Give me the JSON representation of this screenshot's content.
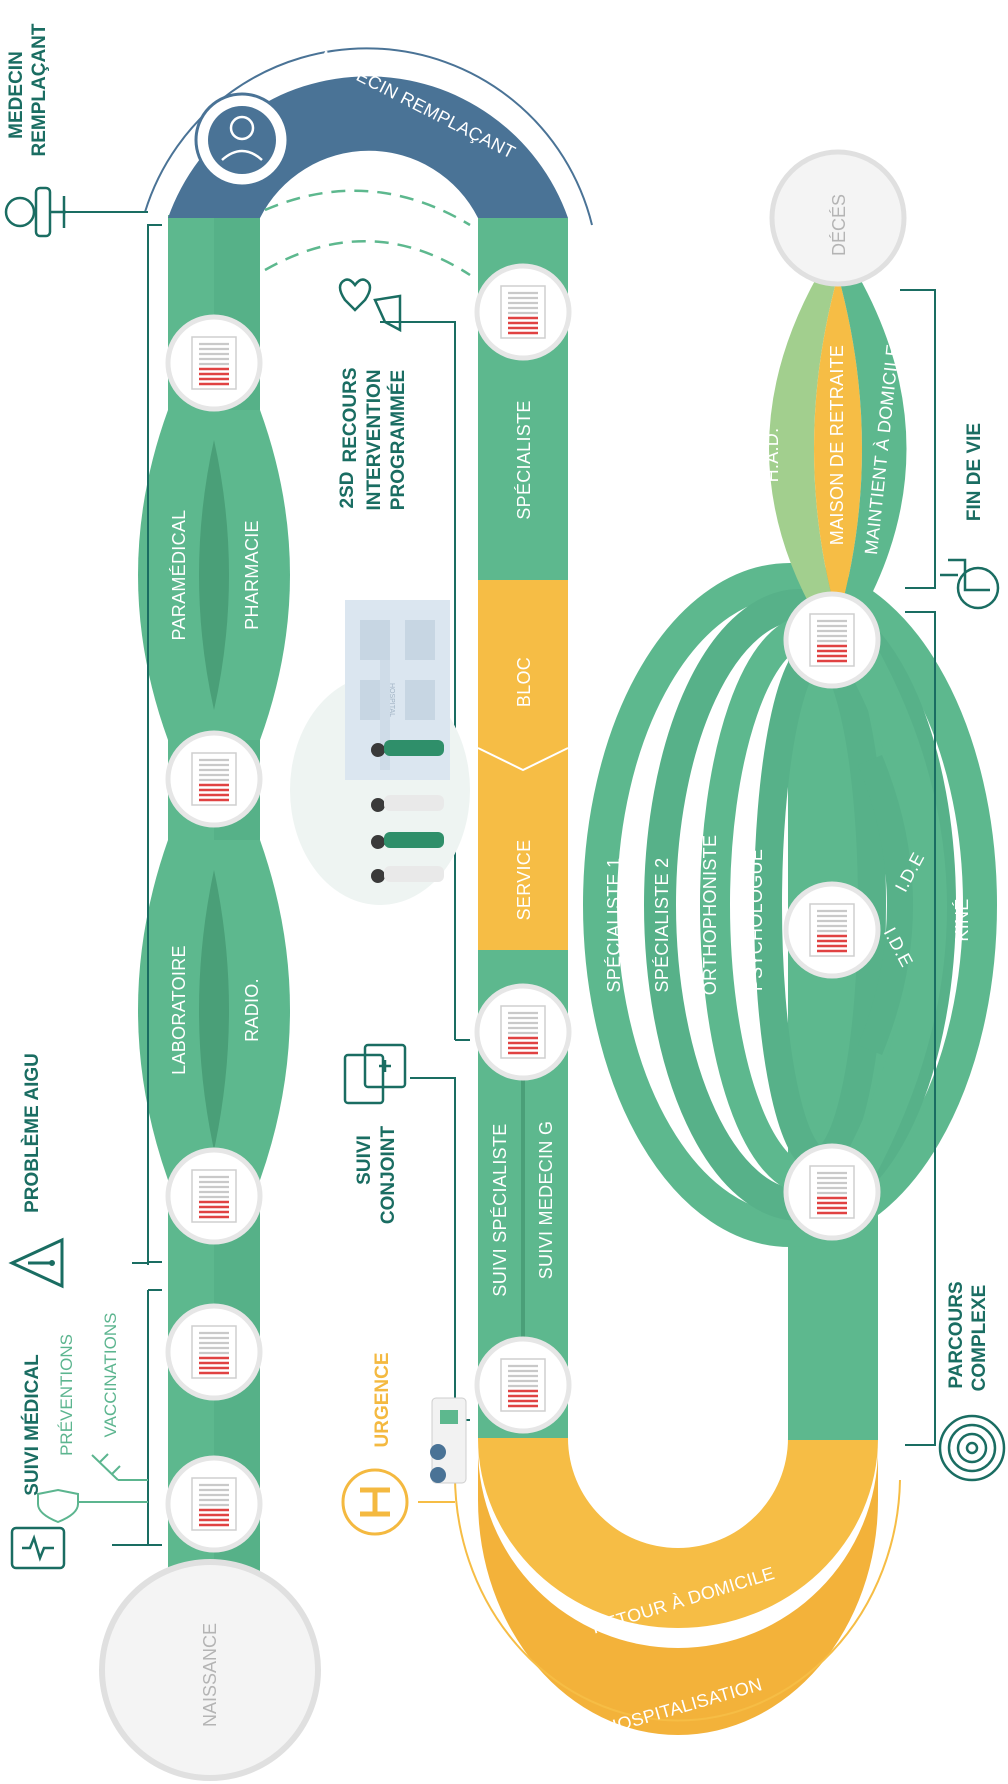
{
  "nodes": {
    "naissance": "NAISSANCE",
    "deces": "DÉCÉS"
  },
  "segments": {
    "medecin_remplacant": "MEDECIN REMPLAÇANT",
    "paramedical": "PARAMÉDICAL",
    "pharmacie": "PHARMACIE",
    "laboratoire": "LABORATOIRE",
    "radio": "RADIO.",
    "specialiste": "SPÉCIALISTE",
    "bloc": "BLOC",
    "service": "SERVICE",
    "suivi_specialiste": "SUIVI SPÉCIALISTE",
    "suivi_medecin_g": "SUIVI MEDECIN G",
    "retour_domicile": "RETOUR À DOMICILE",
    "hospitalisation": "HOSPITALISATION",
    "specialiste_1": "SPÉCIALISTE 1",
    "specialiste_2": "SPÉCIALISTE 2",
    "orthophoniste": "ORTHOPHONISTE",
    "psychologue": "PSYCHOLOGUE",
    "ide_1": "I.D.E",
    "ide_2": "I.D.E",
    "kine": "KINÉ",
    "had": "H.A.D.",
    "maison_retraite": "MAISON DE RETRAITE",
    "maintien_domicile": "MAINTIENT À DOMICILE"
  },
  "side_labels": {
    "suivi_medical": "SUIVI MÉDICAL",
    "preventions": "PRÉVENTIONS",
    "vaccinations": "VACCINATIONS",
    "probleme_aigu": "PROBLÈME AIGU",
    "medecin_remplacant_l1": "MEDECIN",
    "medecin_remplacant_l2": "REMPLAÇANT",
    "recours_sup": "2SD",
    "recours_l1": "RECOURS",
    "recours_l2": "INTERVENTION",
    "recours_l3": "PROGRAMMÉE",
    "suivi_conjoint_l1": "SUIVI",
    "suivi_conjoint_l2": "CONJOINT",
    "urgence": "URGENCE",
    "fin_de_vie": "FIN DE VIE",
    "parcours_l1": "PARCOURS",
    "parcours_l2": "COMPLEXE",
    "hospital_sign": "HOSPITAL"
  },
  "icons": [
    "clipboard-icon",
    "shield-icon",
    "syringe-icon",
    "warning-icon",
    "doctor-chair-icon",
    "doctor-avatar-icon",
    "heart-hand-icon",
    "medical-record-icon",
    "hospital-h-icon",
    "ambulance-icon",
    "maze-icon",
    "wheelchair-icon",
    "document-icon"
  ],
  "colors": {
    "green": "#5db88e",
    "green_dark": "#4a9f78",
    "blue": "#4a7396",
    "yellow": "#f6bd45",
    "light_green": "#a2cf8e",
    "teal": "#1a6d62",
    "doc_red": "#e04242"
  }
}
